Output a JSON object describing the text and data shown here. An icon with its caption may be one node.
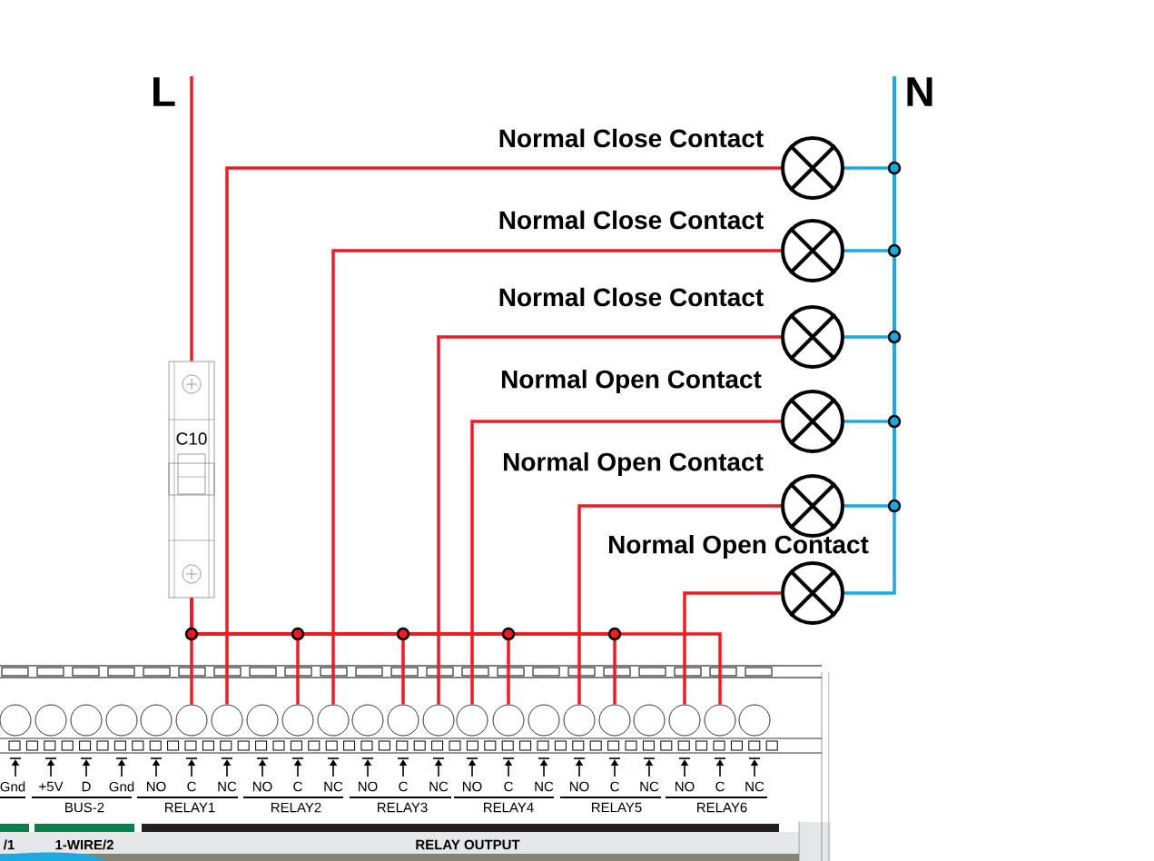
{
  "diagram": {
    "nodes": [
      {
        "text": [
          "L"
        ]
      },
      {
        "text": [
          "N"
        ]
      },
      {
        "text": [
          "C10"
        ]
      },
      {
        "text": [],
        "shape": "circle",
        "beside": [
          "Normal Close Contact"
        ]
      },
      {
        "text": [],
        "shape": "circle",
        "beside": [
          "Normal Close Contact"
        ]
      },
      {
        "text": [],
        "shape": "circle",
        "beside": [
          "Normal Close Contact"
        ]
      },
      {
        "text": [],
        "shape": "circle",
        "beside": [
          "Normal Open Contact"
        ]
      },
      {
        "text": [],
        "shape": "circle",
        "beside": [
          "Normal Open Contact"
        ]
      },
      {
        "text": [],
        "shape": "circle",
        "beside": [
          "Normal Open Contact"
        ]
      },
      {
        "text": [],
        "shape": "circle"
      },
      {
        "text": [],
        "shape": "circle"
      },
      {
        "text": [],
        "shape": "circle"
      },
      {
        "text": [],
        "shape": "circle"
      },
      {
        "text": [],
        "shape": "circle"
      },
      {
        "text": [],
        "shape": "circle"
      },
      {
        "text": [],
        "shape": "circle"
      },
      {
        "text": [],
        "shape": "circle"
      },
      {
        "text": [],
        "shape": "circle"
      },
      {
        "text": [],
        "shape": "circle"
      },
      {
        "text": [],
        "shape": "circle"
      },
      {
        "text": [],
        "shape": "circle"
      },
      {
        "text": [],
        "shape": "circle"
      },
      {
        "text": [],
        "shape": "circle"
      },
      {
        "text": [],
        "shape": "circle"
      },
      {
        "text": [],
        "shape": "circle"
      },
      {
        "text": [],
        "shape": "circle"
      },
      {
        "text": [],
        "shape": "circle"
      },
      {
        "text": [],
        "shape": "circle"
      },
      {
        "text": [],
        "shape": "circle"
      },
      {
        "text": [],
        "shape": "circle"
      },
      {
        "text": [],
        "shape": "circle"
      }
    ],
    "edges": [
      {
        "from": 0,
        "to": 2,
        "arrow": "none"
      },
      {
        "from": 2,
        "to": 14,
        "arrow": "none"
      },
      {
        "from": 2,
        "to": 17,
        "arrow": "none"
      },
      {
        "from": 2,
        "to": 20,
        "arrow": "none"
      },
      {
        "from": 2,
        "to": 23,
        "arrow": "none"
      },
      {
        "from": 2,
        "to": 26,
        "arrow": "none"
      },
      {
        "from": 2,
        "to": 29,
        "arrow": "none"
      },
      {
        "from": 15,
        "to": 3,
        "arrow": "none"
      },
      {
        "from": 18,
        "to": 4,
        "arrow": "none"
      },
      {
        "from": 21,
        "to": 5,
        "arrow": "none"
      },
      {
        "from": 22,
        "to": 6,
        "arrow": "none"
      },
      {
        "from": 25,
        "to": 7,
        "arrow": "none"
      },
      {
        "from": 28,
        "to": 8,
        "arrow": "none"
      },
      {
        "from": 3,
        "to": 1,
        "arrow": "none",
        "color": "#1ba9e1"
      },
      {
        "from": 4,
        "to": 1,
        "arrow": "none",
        "color": "#1ba9e1"
      },
      {
        "from": 5,
        "to": 1,
        "arrow": "none",
        "color": "#1ba9e1"
      },
      {
        "from": 6,
        "to": 1,
        "arrow": "none",
        "color": "#1ba9e1"
      },
      {
        "from": 7,
        "to": 1,
        "arrow": "none",
        "color": "#1ba9e1"
      },
      {
        "from": 8,
        "to": 1,
        "arrow": "none",
        "color": "#1ba9e1"
      }
    ],
    "labels": [
      "Gnd",
      "+5V",
      "D",
      "Gnd",
      "NO",
      "C",
      "NC",
      "NO",
      "C",
      "NC",
      "NO",
      "C",
      "NC",
      "NO",
      "C",
      "NC",
      "NO",
      "C",
      "NC",
      "NO",
      "C",
      "NC",
      "BUS-2",
      "RELAY1",
      "RELAY2",
      "RELAY3",
      "RELAY4",
      "RELAY5",
      "RELAY6",
      "/1",
      "1-WIRE/2",
      "RELAY OUTPUT"
    ]
  }
}
